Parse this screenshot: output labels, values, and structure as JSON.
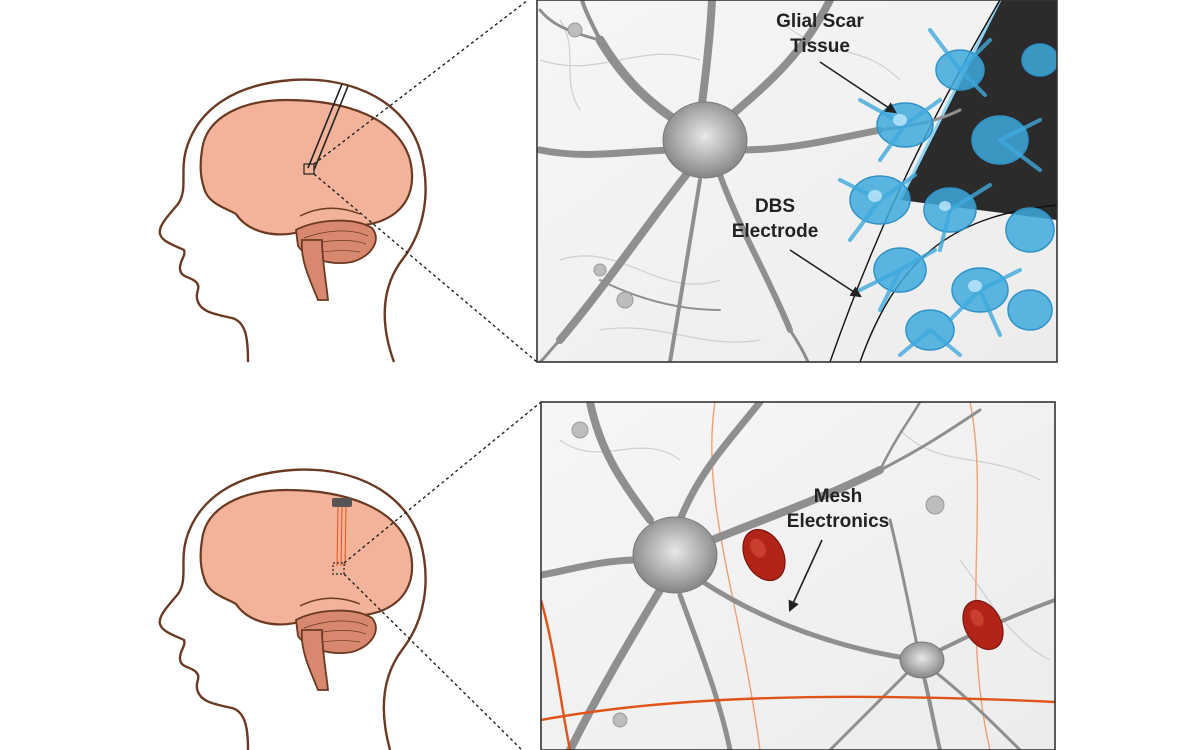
{
  "labels": {
    "glial_line1": "Glial Scar",
    "glial_line2": "Tissue",
    "dbs_line1": "DBS",
    "dbs_line2": "Electrode",
    "mesh_line1": "Mesh",
    "mesh_line2": "Electronics"
  },
  "colors": {
    "head_outline": "#6b3a22",
    "brain": "#f2b39a",
    "cerebellum": "#d98870",
    "glia": "#3fa9dd",
    "mesh_wire": "#e0541a",
    "mesh_node": "#b22418",
    "neuron": "#8f8f8f",
    "electrode_dark": "#2a2a2a",
    "implant_cap": "#555555"
  },
  "icons": {
    "top_panel": "neuron-with-glial-scar",
    "bottom_panel": "neuron-with-mesh-electronics",
    "head": "head-profile-with-brain"
  }
}
